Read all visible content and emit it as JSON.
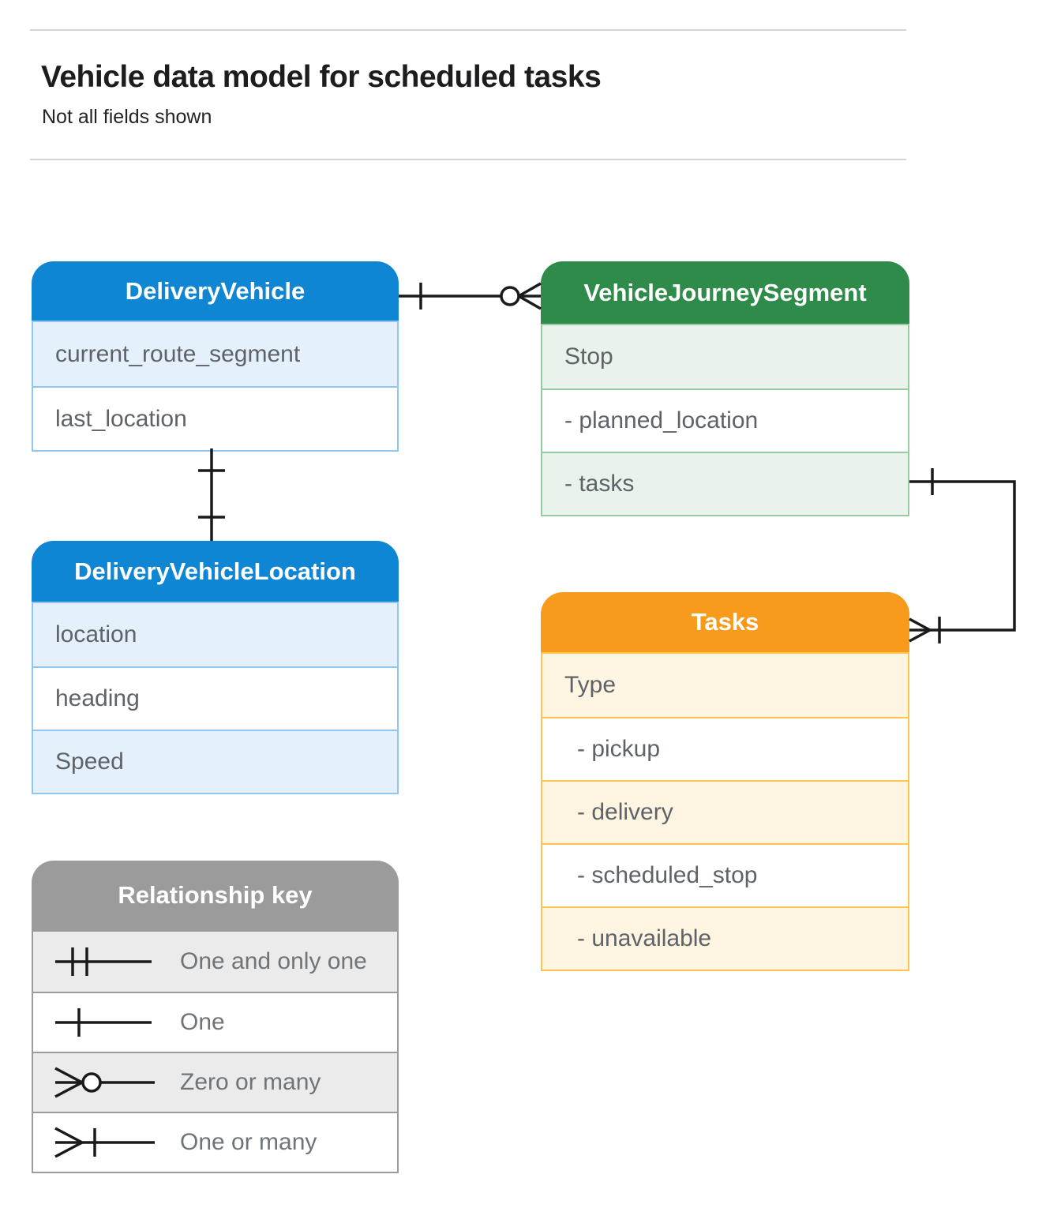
{
  "page": {
    "title": "Vehicle data model for scheduled tasks",
    "subtitle": "Not all fields shown"
  },
  "entities": {
    "delivery_vehicle": {
      "title": "DeliveryVehicle",
      "rows": [
        "current_route_segment",
        "last_location"
      ]
    },
    "vehicle_journey_segment": {
      "title": "VehicleJourneySegment",
      "rows": [
        "Stop",
        "- planned_location",
        "- tasks"
      ]
    },
    "delivery_vehicle_location": {
      "title": "DeliveryVehicleLocation",
      "rows": [
        "location",
        "heading",
        "Speed"
      ]
    },
    "tasks": {
      "title": "Tasks",
      "rows": [
        "Type",
        "- pickup",
        "- delivery",
        "- scheduled_stop",
        "- unavailable"
      ]
    }
  },
  "legend": {
    "title": "Relationship key",
    "rows": [
      {
        "symbol": "one-and-only-one",
        "label": "One and only one"
      },
      {
        "symbol": "one",
        "label": "One"
      },
      {
        "symbol": "zero-or-many",
        "label": "Zero or many"
      },
      {
        "symbol": "one-or-many",
        "label": "One or many"
      }
    ]
  },
  "relationships": [
    {
      "from": "DeliveryVehicle",
      "from_cardinality": "One",
      "to": "VehicleJourneySegment",
      "to_cardinality": "Zero or many"
    },
    {
      "from": "DeliveryVehicle",
      "from_cardinality": "One",
      "to": "DeliveryVehicleLocation",
      "to_cardinality": "One"
    },
    {
      "from": "VehicleJourneySegment (tasks)",
      "from_cardinality": "One",
      "to": "Tasks",
      "to_cardinality": "One or many"
    }
  ],
  "colors": {
    "blue_header": "#0e86d4",
    "blue_tint": "#e4f0fc",
    "blue_border": "#90c5ef",
    "green_header": "#2e8b4a",
    "green_tint": "#e9f3eb",
    "green_border": "#96caa2",
    "orange_header": "#f89b1d",
    "orange_tint": "#fdf4e2",
    "orange_border": "#fbc64f",
    "gray_header": "#9b9b9b",
    "gray_tint": "#ebebeb",
    "row_text": "#5f6368",
    "connector": "#1a1a1a"
  }
}
